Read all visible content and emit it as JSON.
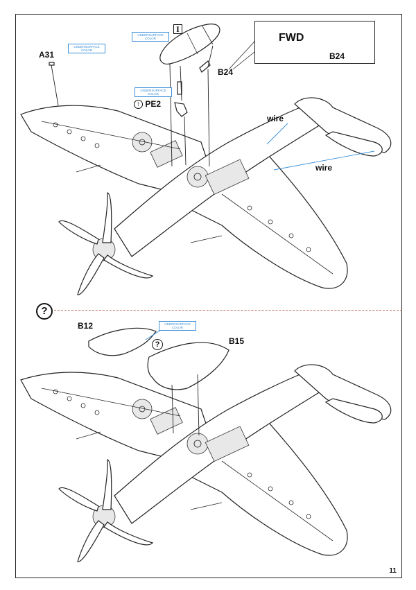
{
  "page_number": "11",
  "step_top": {
    "roman_marker": "I",
    "parts": {
      "a31": "A31",
      "b24": "B24",
      "pe2": "PE2"
    },
    "color_note": "UNDERSURFACE COLOR",
    "callout": {
      "fwd_label": "FWD",
      "part_label": "B24"
    },
    "wire_labels": [
      "wire",
      "wire"
    ]
  },
  "step_bottom": {
    "question_marker": "?",
    "parts": {
      "b12": "B12",
      "b15": "B15"
    },
    "color_note": "UNDERSURFACE COLOR",
    "part_question": "?"
  },
  "icons": {
    "fwd_arrow": "arrow-left-icon",
    "pe2_mark": "circle-arrow-icon",
    "question": "question-circle-icon"
  },
  "colors": {
    "line": "#222222",
    "color_note_blue": "#3b8fd9",
    "divider": "#c07b6a"
  }
}
